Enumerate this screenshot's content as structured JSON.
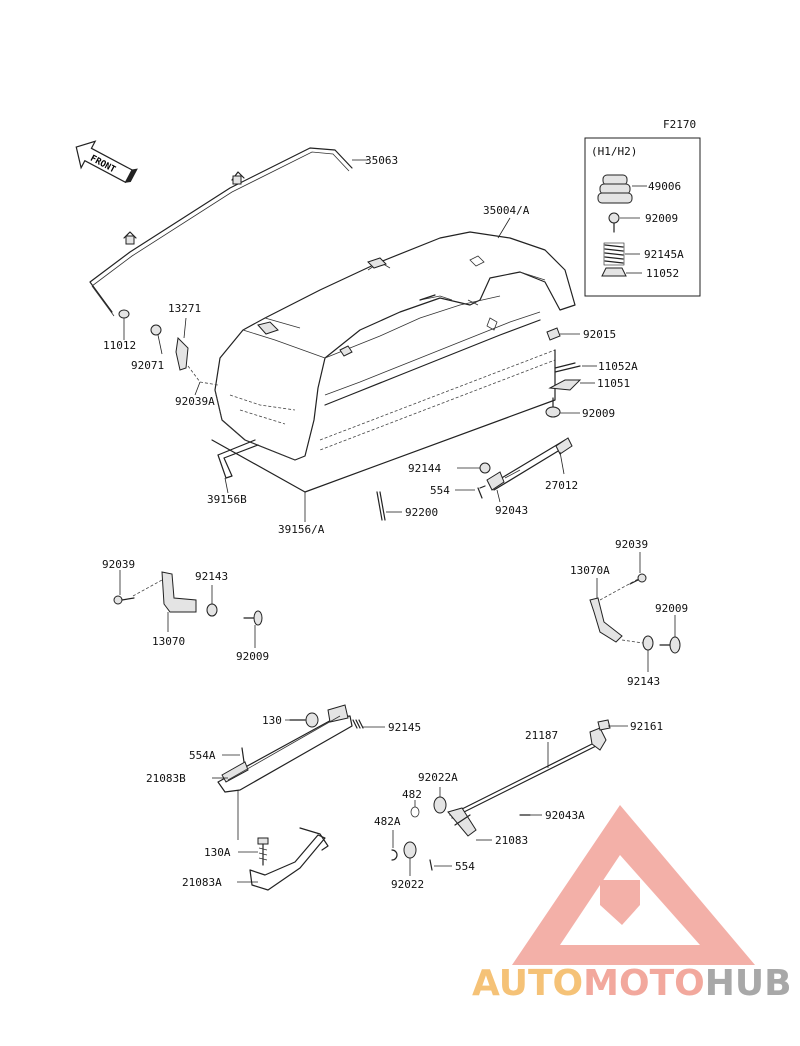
{
  "diagram_code": "F2170",
  "front_label": "FRONT",
  "inset_title": "(H1/H2)",
  "parts": {
    "p35063": "35063",
    "p35004A": "35004/A",
    "p49006": "49006",
    "p92009_inset": "92009",
    "p92145A": "92145A",
    "p11052": "11052",
    "p13271": "13271",
    "p11012": "11012",
    "p92071": "92071",
    "p92039A": "92039A",
    "p92015": "92015",
    "p11052A": "11052A",
    "p11051": "11051",
    "p92009_a": "92009",
    "p92144": "92144",
    "p27012": "27012",
    "p554": "554",
    "p92043": "92043",
    "p39156B": "39156B",
    "p92200": "92200",
    "p39156A": "39156/A",
    "p92039_l": "92039",
    "p92143_l": "92143",
    "p13070": "13070",
    "p92009_l": "92009",
    "p92039_r": "92039",
    "p13070A": "13070A",
    "p92009_r": "92009",
    "p92143_r": "92143",
    "p130": "130",
    "p92145": "92145",
    "p554A": "554A",
    "p21083B": "21083B",
    "p130A": "130A",
    "p21083A": "21083A",
    "p21187": "21187",
    "p92161": "92161",
    "p92022A": "92022A",
    "p482": "482",
    "p92043A": "92043A",
    "p482A": "482A",
    "p21083": "21083",
    "p554_b": "554",
    "p92022": "92022"
  },
  "watermark": {
    "part1": "AUTO",
    "part2": "MOTO",
    "part3": "HUB",
    "color1": "#f4b860",
    "color2": "#f09a8c",
    "color3": "#9a9a9a",
    "triangle_color": "#f2a39a"
  }
}
